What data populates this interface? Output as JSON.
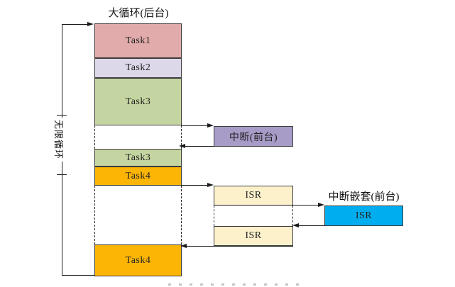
{
  "diagram": {
    "main_title": "大循环(后台)",
    "loop_label": "无限循环",
    "tasks": {
      "task1": "Task1",
      "task2": "Task2",
      "task3_top": "Task3",
      "task3_resume": "Task3",
      "task4_top": "Task4",
      "task4_bottom": "Task4"
    },
    "foreground": {
      "interrupt_label": "中断(前台)",
      "isr_first": "ISR",
      "isr_second": "ISR",
      "nested_title": "中断嵌套(前台)",
      "nested_isr": "ISR"
    },
    "colors": {
      "task1_fill": "#e0abaa",
      "task2_fill": "#dcd7e9",
      "task3_fill": "#c5d5a1",
      "task4_fill": "#fcb505",
      "interrupt_fill": "#a79bc7",
      "isr_fill": "#fdf1cc",
      "nested_isr_fill": "#00aeef",
      "line_color": "#1a1a1a"
    }
  }
}
